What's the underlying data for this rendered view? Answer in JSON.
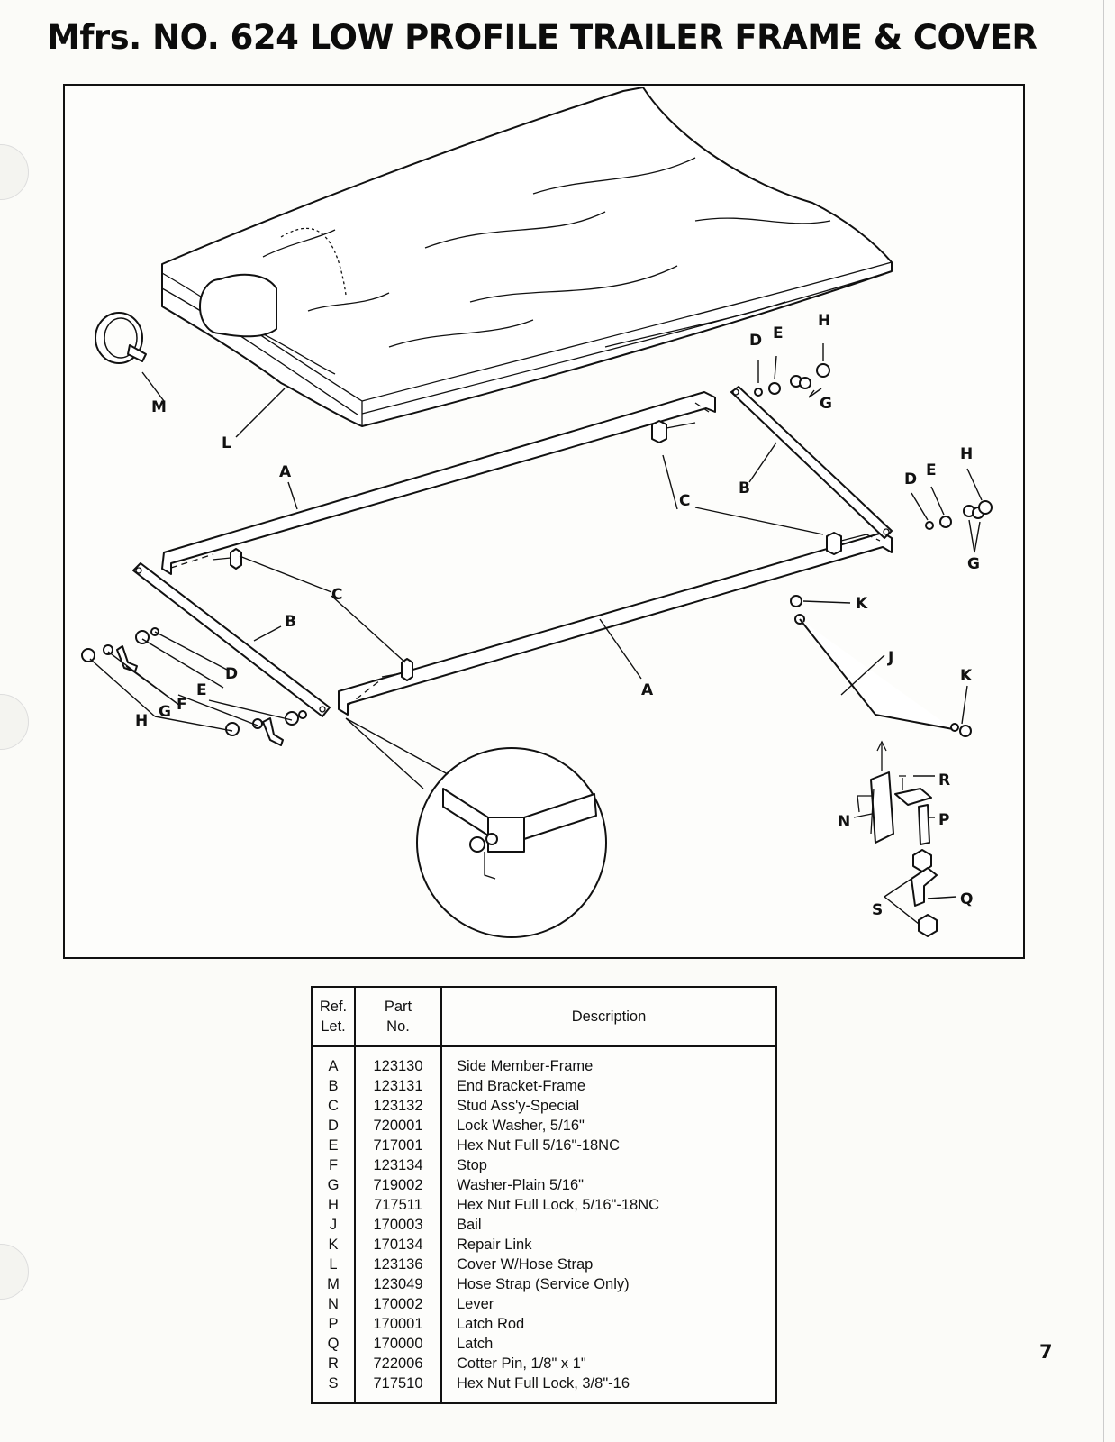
{
  "title": "Mfrs. NO. 624 LOW PROFILE TRAILER FRAME & COVER",
  "diagram_labels": {
    "A": "A",
    "B": "B",
    "C": "C",
    "D": "D",
    "E": "E",
    "F": "F",
    "G": "G",
    "H": "H",
    "J": "J",
    "K": "K",
    "L": "L",
    "M": "M",
    "N": "N",
    "P": "P",
    "Q": "Q",
    "R": "R",
    "S": "S"
  },
  "table": {
    "headers": {
      "ref_line1": "Ref.",
      "ref_line2": "Let.",
      "part_line1": "Part",
      "part_line2": "No.",
      "description": "Description"
    },
    "rows": [
      {
        "ref": "A",
        "part": "123130",
        "desc": "Side Member-Frame"
      },
      {
        "ref": "B",
        "part": "123131",
        "desc": "End Bracket-Frame"
      },
      {
        "ref": "C",
        "part": "123132",
        "desc": "Stud Ass'y-Special"
      },
      {
        "ref": "D",
        "part": "720001",
        "desc": "Lock Washer, 5/16\""
      },
      {
        "ref": "E",
        "part": "717001",
        "desc": "Hex Nut Full 5/16\"-18NC"
      },
      {
        "ref": "F",
        "part": "123134",
        "desc": "Stop"
      },
      {
        "ref": "G",
        "part": "719002",
        "desc": "Washer-Plain 5/16\""
      },
      {
        "ref": "H",
        "part": "717511",
        "desc": "Hex Nut Full Lock, 5/16\"-18NC"
      },
      {
        "ref": "J",
        "part": "170003",
        "desc": "Bail"
      },
      {
        "ref": "K",
        "part": "170134",
        "desc": "Repair Link"
      },
      {
        "ref": "L",
        "part": "123136",
        "desc": "Cover W/Hose Strap"
      },
      {
        "ref": "M",
        "part": "123049",
        "desc": "Hose Strap (Service Only)"
      },
      {
        "ref": "N",
        "part": "170002",
        "desc": "Lever"
      },
      {
        "ref": "P",
        "part": "170001",
        "desc": "Latch Rod"
      },
      {
        "ref": "Q",
        "part": "170000",
        "desc": "Latch"
      },
      {
        "ref": "R",
        "part": "722006",
        "desc": "Cotter Pin, 1/8\" x 1\""
      },
      {
        "ref": "S",
        "part": "717510",
        "desc": "Hex Nut Full Lock, 3/8\"-16"
      }
    ]
  },
  "page_number": "7"
}
